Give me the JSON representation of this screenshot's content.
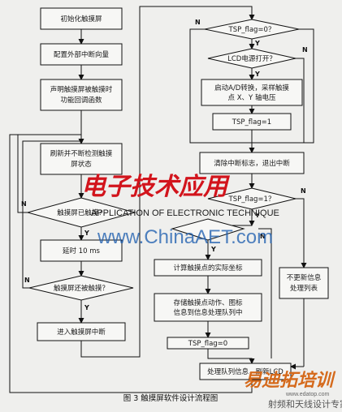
{
  "diagram": {
    "caption": "图 3  触摸屏软件设计流程图",
    "nodes": {
      "init_touch": "初始化触摸屏",
      "config_int": "配置外部中断向量",
      "declare_cb": "声明触摸屏被触摸时\n功能回调函数",
      "refresh": "刷新并不断检测触摸\n屏状态",
      "dec_touched": "触摸屏已触摸？",
      "delay": "延时 10 ms",
      "dec_still": "触摸屏还被触摸？",
      "enter_isr": "进入触摸屏中断",
      "dec_tsp0": "TSP_flag=0？",
      "dec_lcd": "LCD电源打开？",
      "start_ad": "启动A/D转换，采样触摸\n点 X、Y 轴电压",
      "tsp_set1": "TSP_flag=1",
      "clear_int": "清除中断标志，退出中断",
      "dec_tsp1": "TSP_flag=1？",
      "calc_coord": "计算触摸点的实际坐标",
      "store_action": "存储触摸点动作、图标\n信息到信息处理队列中",
      "tsp_set0": "TSP_flag=0",
      "no_update": "不更新信息\n处理列表",
      "update_lcd": "处理队列信息，刷新LCD"
    },
    "labels": {
      "yes": "Y",
      "no": "N"
    }
  },
  "watermark": {
    "brand_cn": "电子技术应用",
    "brand_en": "APPLICATION OF ELECTRONIC TECHNIQUE",
    "url": "www.ChinaAET.com",
    "corner_cn": "易迪拓培训",
    "corner_sub": "射频和天线设计专家",
    "corner_url": "www.edatop.com"
  }
}
